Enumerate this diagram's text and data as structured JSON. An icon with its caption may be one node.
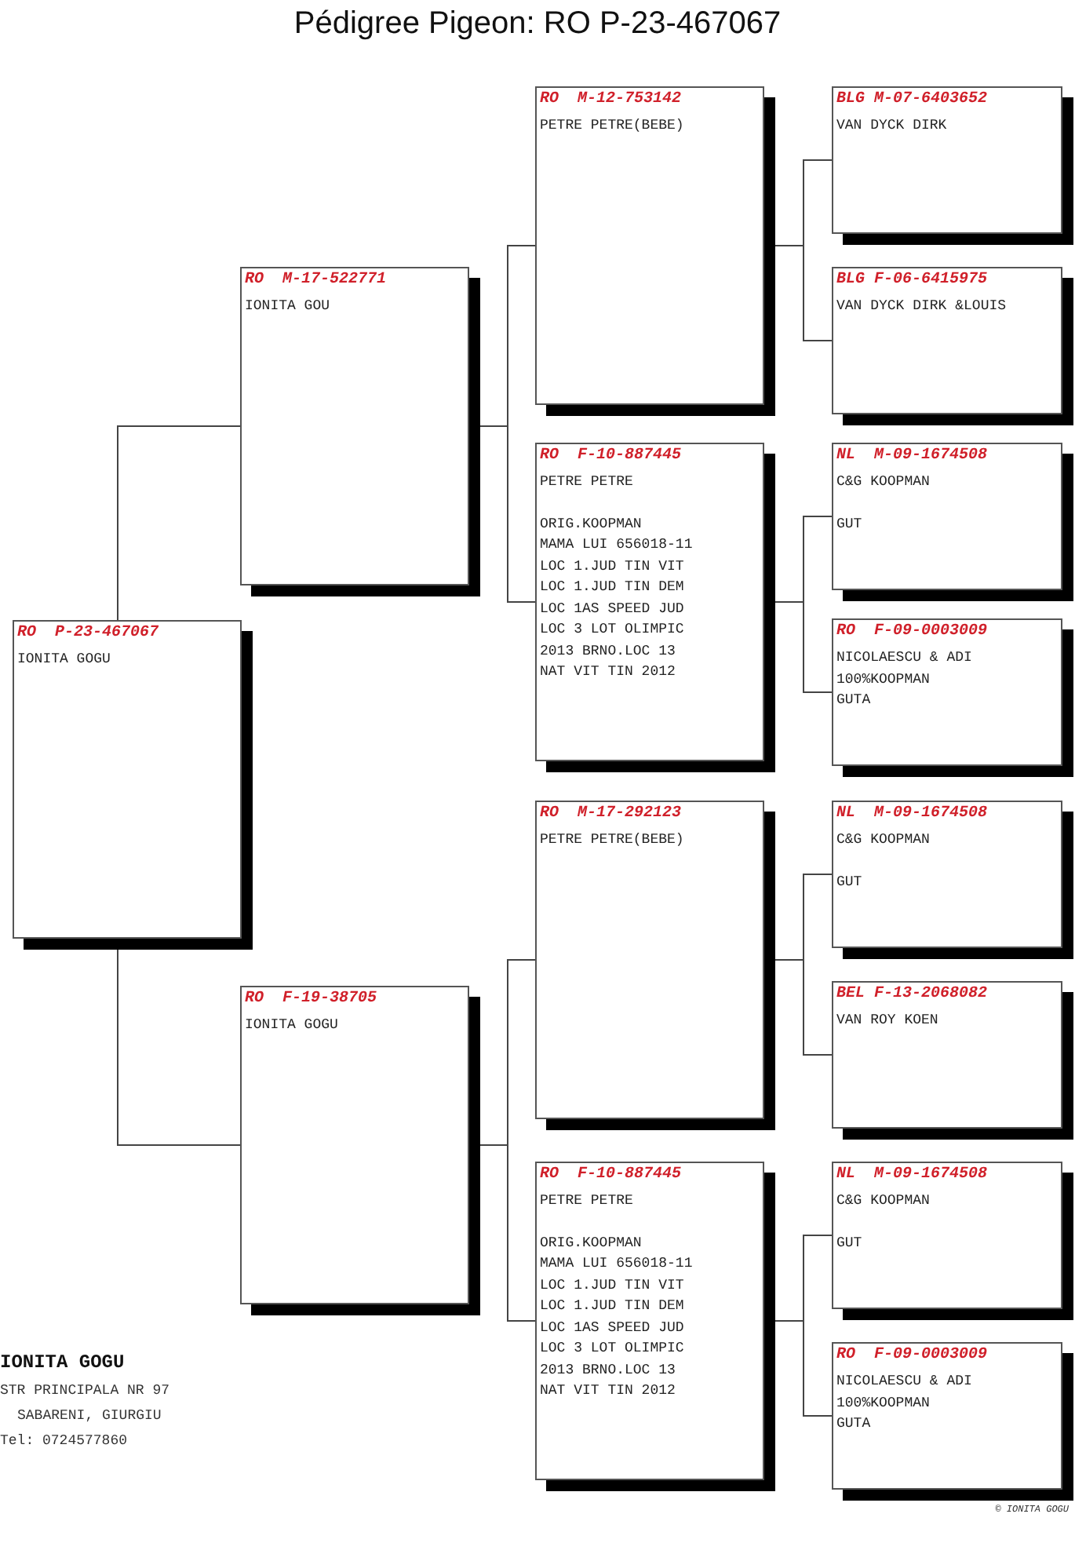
{
  "diagram": {
    "title": "Pédigree Pigeon: RO  P-23-467067",
    "nodes": [
      {
        "text": [
          "RO  P-23-467067",
          "IONITA GOGU"
        ]
      },
      {
        "text": [
          "RO  M-17-522771",
          "IONITA GOU"
        ]
      },
      {
        "text": [
          "RO  F-19-38705",
          "IONITA GOGU"
        ]
      },
      {
        "text": [
          "RO  M-12-753142",
          "PETRE PETRE(BEBE)"
        ]
      },
      {
        "text": [
          "RO  F-10-887445",
          "PETRE PETRE",
          "ORIG.KOOPMAN",
          "MAMA LUI 656018-11",
          "LOC 1.JUD TIN VIT",
          "LOC 1.JUD TIN DEM",
          "LOC 1AS SPEED JUD",
          "LOC 3 LOT OLIMPIC",
          "2013 BRNO.LOC 13",
          "NAT VIT TIN 2012"
        ]
      },
      {
        "text": [
          "RO  M-17-292123",
          "PETRE PETRE(BEBE)"
        ]
      },
      {
        "text": [
          "RO  F-10-887445",
          "PETRE PETRE",
          "ORIG.KOOPMAN",
          "MAMA LUI 656018-11",
          "LOC 1.JUD TIN VIT",
          "LOC 1.JUD TIN DEM",
          "LOC 1AS SPEED JUD",
          "LOC 3 LOT OLIMPIC",
          "2013 BRNO.LOC 13",
          "NAT VIT TIN 2012"
        ]
      },
      {
        "text": [
          "BLG M-07-6403652",
          "VAN DYCK DIRK"
        ]
      },
      {
        "text": [
          "BLG F-06-6415975",
          "VAN DYCK DIRK &LOUIS"
        ]
      },
      {
        "text": [
          "NL  M-09-1674508",
          "C&G KOOPMAN",
          "GUT"
        ]
      },
      {
        "text": [
          "RO  F-09-0003009",
          "NICOLAESCU & ADI",
          "100%KOOPMAN",
          "GUTA"
        ]
      },
      {
        "text": [
          "NL  M-09-1674508",
          "C&G KOOPMAN",
          "GUT"
        ]
      },
      {
        "text": [
          "BEL F-13-2068082",
          "VAN ROY KOEN"
        ]
      },
      {
        "text": [
          "NL  M-09-1674508",
          "C&G KOOPMAN",
          "GUT"
        ]
      },
      {
        "text": [
          "RO  F-09-0003009",
          "NICOLAESCU & ADI",
          "100%KOOPMAN",
          "GUTA"
        ]
      }
    ],
    "edges": [
      {
        "from": 0,
        "to": 1,
        "arrow": "none"
      },
      {
        "from": 0,
        "to": 2,
        "arrow": "none"
      },
      {
        "from": 1,
        "to": 3,
        "arrow": "none"
      },
      {
        "from": 1,
        "to": 4,
        "arrow": "none"
      },
      {
        "from": 2,
        "to": 5,
        "arrow": "none"
      },
      {
        "from": 2,
        "to": 6,
        "arrow": "none"
      },
      {
        "from": 3,
        "to": 7,
        "arrow": "none"
      },
      {
        "from": 3,
        "to": 8,
        "arrow": "none"
      },
      {
        "from": 4,
        "to": 9,
        "arrow": "none"
      },
      {
        "from": 4,
        "to": 10,
        "arrow": "none"
      },
      {
        "from": 5,
        "to": 11,
        "arrow": "none"
      },
      {
        "from": 5,
        "to": 12,
        "arrow": "none"
      },
      {
        "from": 6,
        "to": 13,
        "arrow": "none"
      },
      {
        "from": 6,
        "to": 14,
        "arrow": "none"
      }
    ],
    "labels": [
      "IONITA GOGU",
      "STR PRINCIPALA NR 97",
      "SABARENI, GIURGIU",
      "Tel: 0724577860",
      "© IONITA GOGU"
    ]
  }
}
